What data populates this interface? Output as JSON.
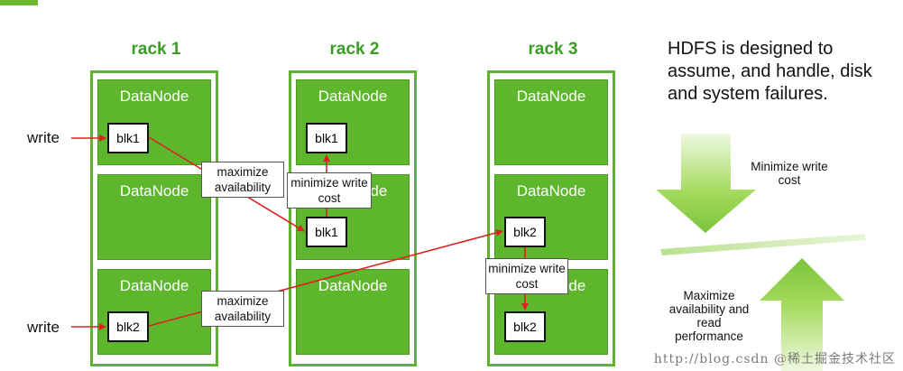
{
  "racks": [
    {
      "label": "rack 1",
      "nodes": [
        "DataNode",
        "DataNode",
        "DataNode"
      ]
    },
    {
      "label": "rack 2",
      "nodes": [
        "DataNode",
        "DataNode",
        "DataNode"
      ]
    },
    {
      "label": "rack 3",
      "nodes": [
        "DataNode",
        "DataNode",
        "DataNode"
      ]
    }
  ],
  "blocks": {
    "r1_blk1": "blk1",
    "r1_blk2": "blk2",
    "r2_blk1_top": "blk1",
    "r2_blk1_mid": "blk1",
    "r3_blk2_mid": "blk2",
    "r3_blk2_bot": "blk2"
  },
  "write_labels": [
    "write",
    "write"
  ],
  "notes": {
    "maximize_availability_1": "maximize availability",
    "minimize_write_cost_1": "minimize write cost",
    "maximize_availability_2": "maximize availability",
    "minimize_write_cost_2": "minimize write cost"
  },
  "hdfs_text": "HDFS is designed to assume, and handle, disk and system failures.",
  "side": {
    "minimize": "Minimize write cost",
    "maximize": "Maximize availability and read performance"
  },
  "watermark": "http://blog.csdn @稀土掘金技术社区",
  "colors": {
    "rack_border": "#5fb32e",
    "datanode": "#5db62c",
    "rack_label": "#3a9d23",
    "arrow": "#e02020"
  }
}
